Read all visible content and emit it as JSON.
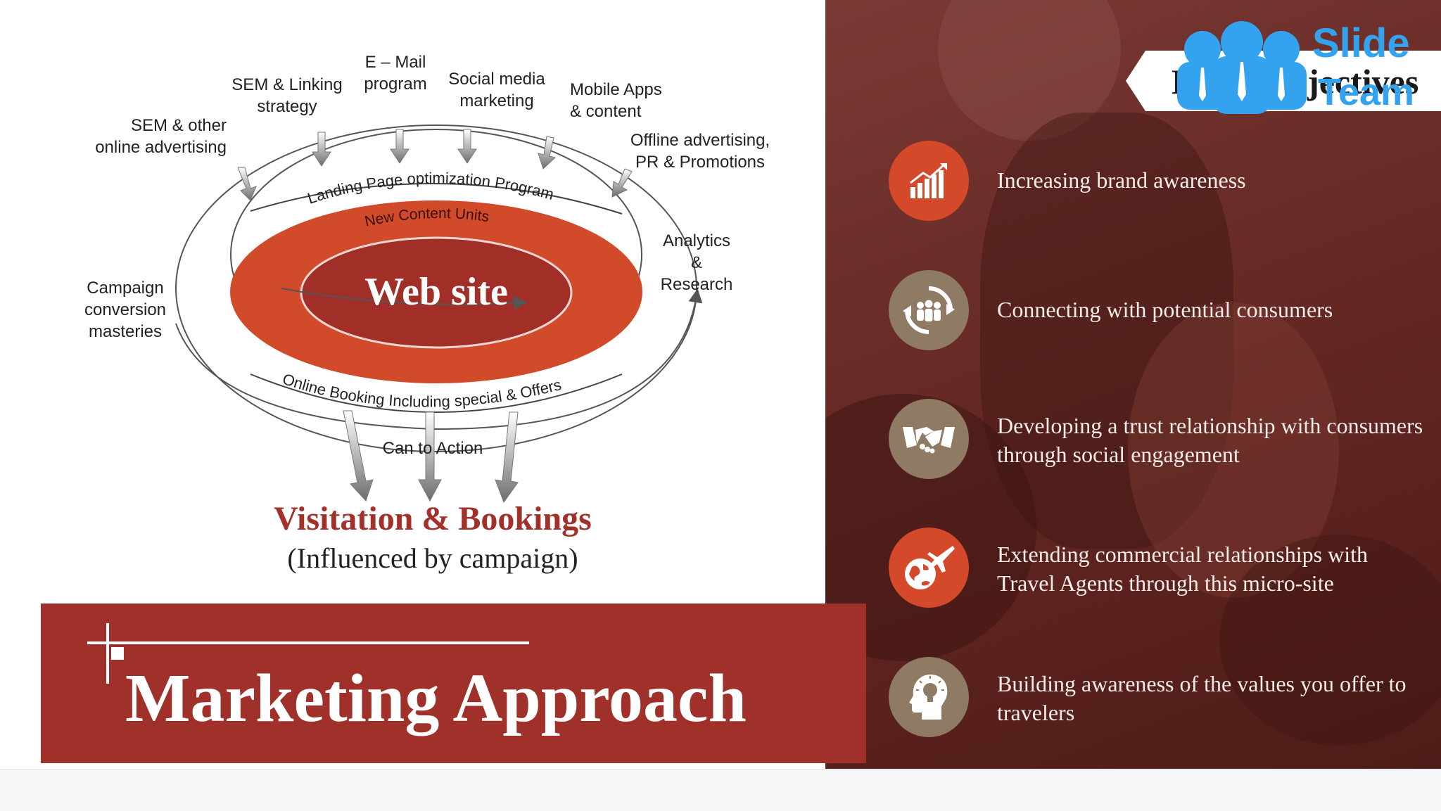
{
  "diagram": {
    "center_label": "Web site",
    "inner_ring_label": "New Content Units",
    "top_arc_label": "Landing Page optimization Program",
    "bottom_arc_label": "Online Booking Including special & Offers",
    "cta_label": "Can to Action",
    "inputs": [
      {
        "line1": "SEM & other",
        "line2": "online advertising"
      },
      {
        "line1": "SEM & Linking",
        "line2": "strategy"
      },
      {
        "line1": "E – Mail",
        "line2": "program"
      },
      {
        "line1": "Social media",
        "line2": "marketing"
      },
      {
        "line1": "Mobile Apps",
        "line2": "& content"
      },
      {
        "line1": "Offline advertising,",
        "line2": "PR & Promotions"
      }
    ],
    "left_label": {
      "line1": "Campaign",
      "line2": "conversion",
      "line3": "masteries"
    },
    "right_label": {
      "line1": "Analytics",
      "line2": "&",
      "line3": "Research"
    },
    "outcome_title": "Visitation & Bookings",
    "outcome_subtitle": "(Influenced by campaign)"
  },
  "banner": {
    "title": "Marketing Approach"
  },
  "header": {
    "text": "Main Objectives"
  },
  "logo": {
    "word1": "Slide",
    "word2": "Team"
  },
  "objectives": [
    {
      "icon": "growth-chart-icon",
      "text": "Increasing brand awareness"
    },
    {
      "icon": "people-cycle-icon",
      "text": "Connecting with potential consumers"
    },
    {
      "icon": "handshake-icon",
      "text": "Developing a trust relationship with consumers through social engagement"
    },
    {
      "icon": "globe-plane-icon",
      "text": "Extending commercial relationships with Travel Agents through this micro-site"
    },
    {
      "icon": "head-bulb-icon",
      "text": "Building awareness of the values you offer to travelers"
    }
  ],
  "colors": {
    "brand_red": "#a0302a",
    "ellipse_orange": "#d14a2a",
    "icon_red": "#d4492a",
    "icon_tan": "#8f7a63",
    "logo_blue": "#33a3f0"
  }
}
